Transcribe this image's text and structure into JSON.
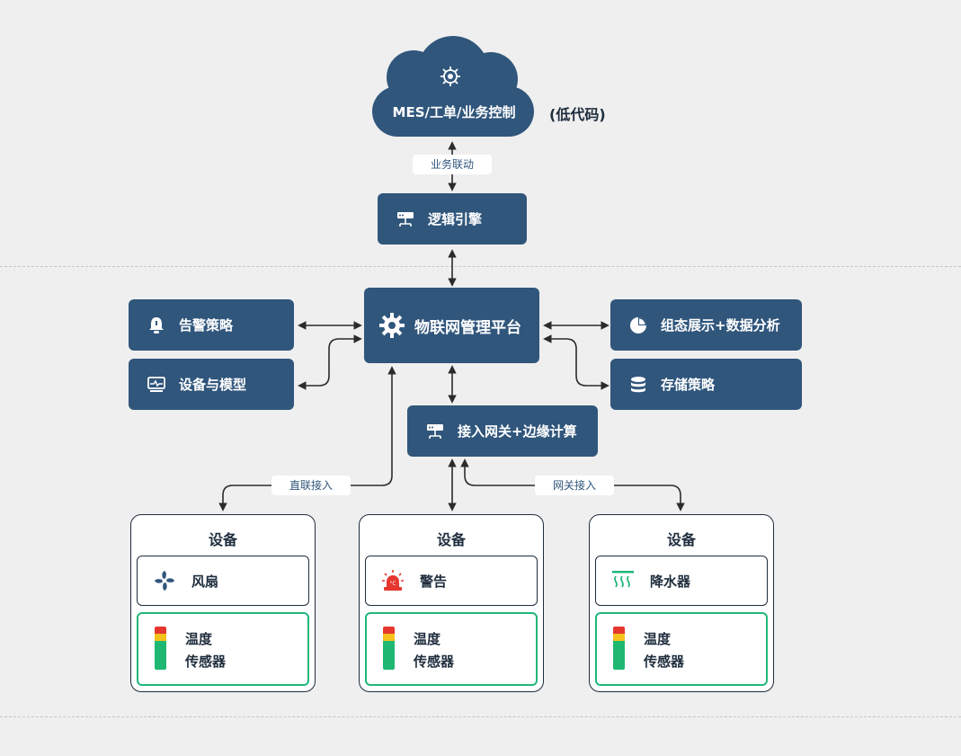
{
  "cloud": {
    "label": "MES/工单/业务控制",
    "side_note": "(低代码)",
    "icon": "bug-gear-icon"
  },
  "links": {
    "business": "业务联动",
    "direct": "直联接入",
    "gateway": "网关接入"
  },
  "logic_engine": {
    "label": "逻辑引擎",
    "icon": "server-icon"
  },
  "platform": {
    "label": "物联网管理平台",
    "icon": "gear-icon"
  },
  "alarm_policy": {
    "label": "告警策略",
    "icon": "bell-icon"
  },
  "device_model": {
    "label": "设备与模型",
    "icon": "monitor-icon"
  },
  "display": {
    "label": "组态展示+数据分析",
    "icon": "pie-chart-icon"
  },
  "storage": {
    "label": "存储策略",
    "icon": "database-icon"
  },
  "gateway_box": {
    "label": "接入网关+边缘计算",
    "icon": "server-icon"
  },
  "devices": [
    {
      "title": "设备",
      "item": "风扇",
      "item_icon": "fan-icon",
      "sensor_line1": "温度",
      "sensor_line2": "传感器"
    },
    {
      "title": "设备",
      "item": "警告",
      "item_icon": "alarm-light-icon",
      "sensor_line1": "温度",
      "sensor_line2": "传感器"
    },
    {
      "title": "设备",
      "item": "降水器",
      "item_icon": "heat-wave-icon",
      "sensor_line1": "温度",
      "sensor_line2": "传感器"
    }
  ],
  "colors": {
    "box": "#30567c",
    "sensor_border": "#20b77a",
    "bar_red": "#e5372e",
    "bar_yellow": "#f4c21a",
    "bar_green": "#1fb873"
  }
}
